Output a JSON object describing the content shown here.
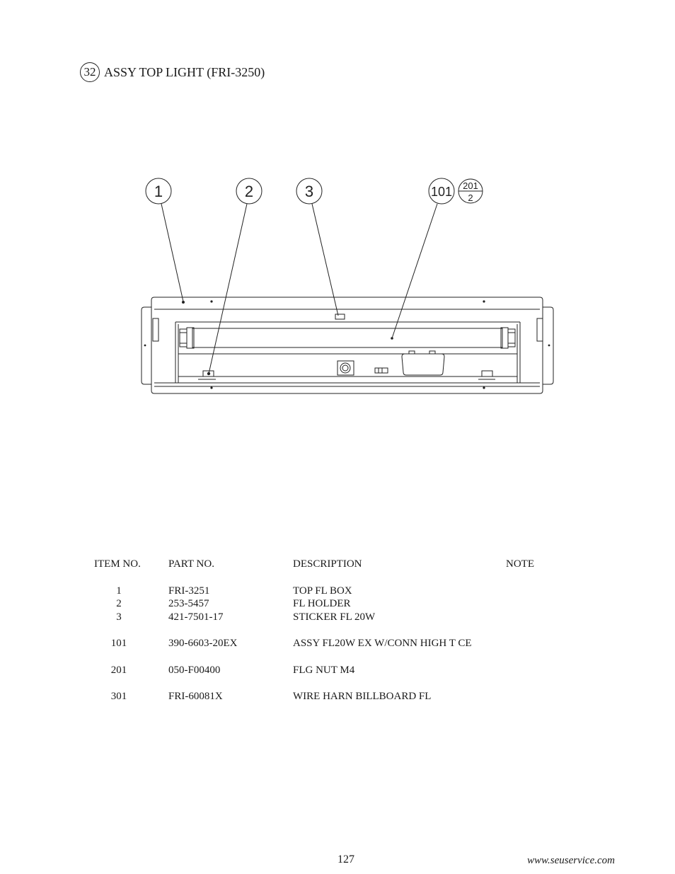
{
  "section": {
    "number": "32",
    "title": "ASSY TOP LIGHT (FRI-3250)"
  },
  "callouts": [
    {
      "label": "1"
    },
    {
      "label": "2"
    },
    {
      "label": "3"
    },
    {
      "label": "101",
      "sub_top": "201",
      "sub_bottom": "2"
    }
  ],
  "table": {
    "headers": {
      "item": "ITEM NO.",
      "part": "PART NO.",
      "description": "DESCRIPTION",
      "note": "NOTE"
    },
    "rows": [
      {
        "item": "1",
        "part": "FRI-3251",
        "description": "TOP FL BOX",
        "note": ""
      },
      {
        "item": "2",
        "part": "253-5457",
        "description": "FL HOLDER",
        "note": ""
      },
      {
        "item": "3",
        "part": "421-7501-17",
        "description": "STICKER FL 20W",
        "note": ""
      },
      {
        "item": "101",
        "part": "390-6603-20EX",
        "description": "ASSY FL20W EX W/CONN HIGH T CE",
        "note": ""
      },
      {
        "item": "201",
        "part": "050-F00400",
        "description": "FLG NUT M4",
        "note": ""
      },
      {
        "item": "301",
        "part": "FRI-60081X",
        "description": "WIRE HARN BILLBOARD FL",
        "note": ""
      }
    ]
  },
  "footer": {
    "page": "127",
    "url": "www.seuservice.com"
  }
}
